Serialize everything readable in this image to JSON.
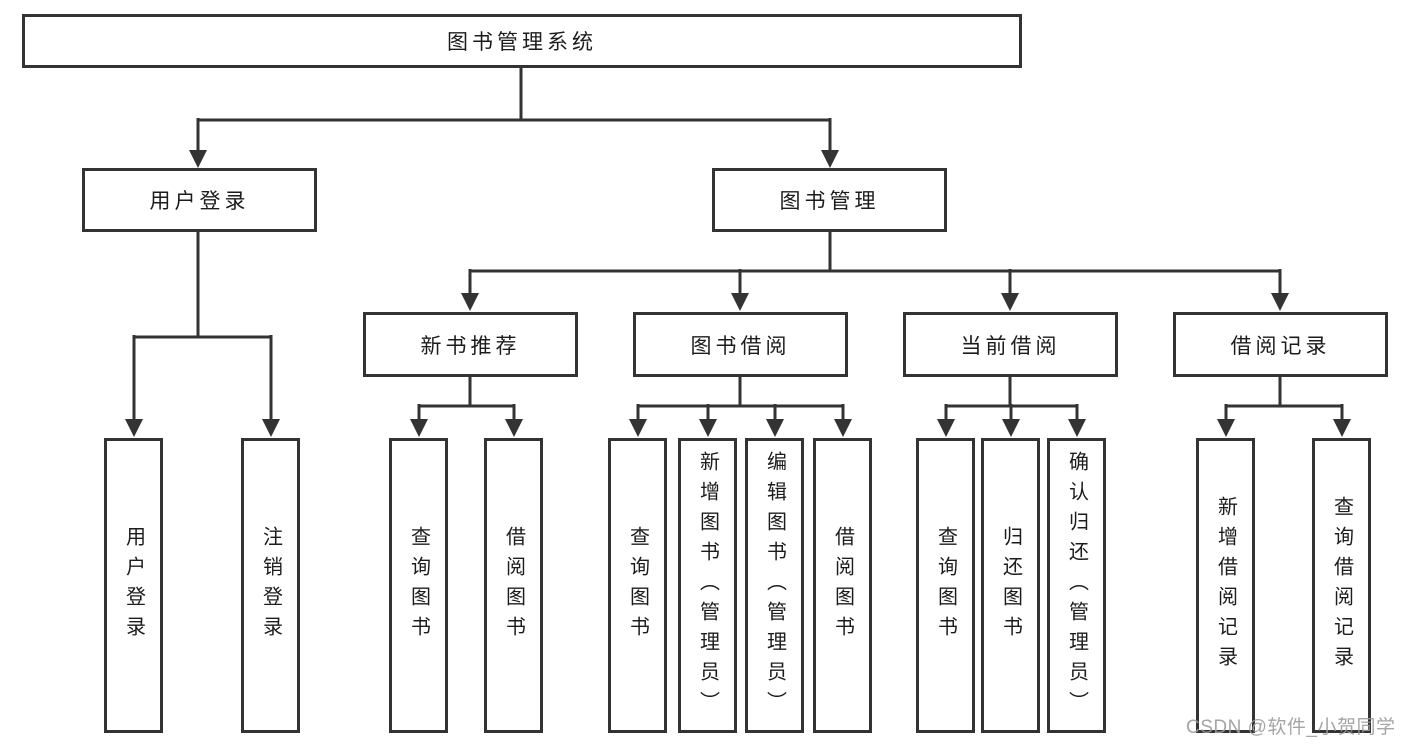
{
  "diagram": {
    "root": "图书管理系统",
    "level2": [
      "用户登录",
      "图书管理"
    ],
    "level3": [
      "新书推荐",
      "图书借阅",
      "当前借阅",
      "借阅记录"
    ],
    "leaves": {
      "user_login": [
        "用户登录",
        "注销登录"
      ],
      "new_book_recommend": [
        "查询图书",
        "借阅图书"
      ],
      "book_borrow": [
        "查询图书",
        "新增图书（管理员）",
        "编辑图书（管理员）",
        "借阅图书"
      ],
      "current_borrow": [
        "查询图书",
        "归还图书",
        "确认归还（管理员）"
      ],
      "borrow_records": [
        "新增借阅记录",
        "查询借阅记录"
      ]
    }
  },
  "watermark": {
    "text": "CSDN @软件_小贺同学"
  },
  "colors": {
    "line": "#333333",
    "text": "#1c1c1c",
    "watermark": "#9c9c9c",
    "background": "#ffffff"
  }
}
